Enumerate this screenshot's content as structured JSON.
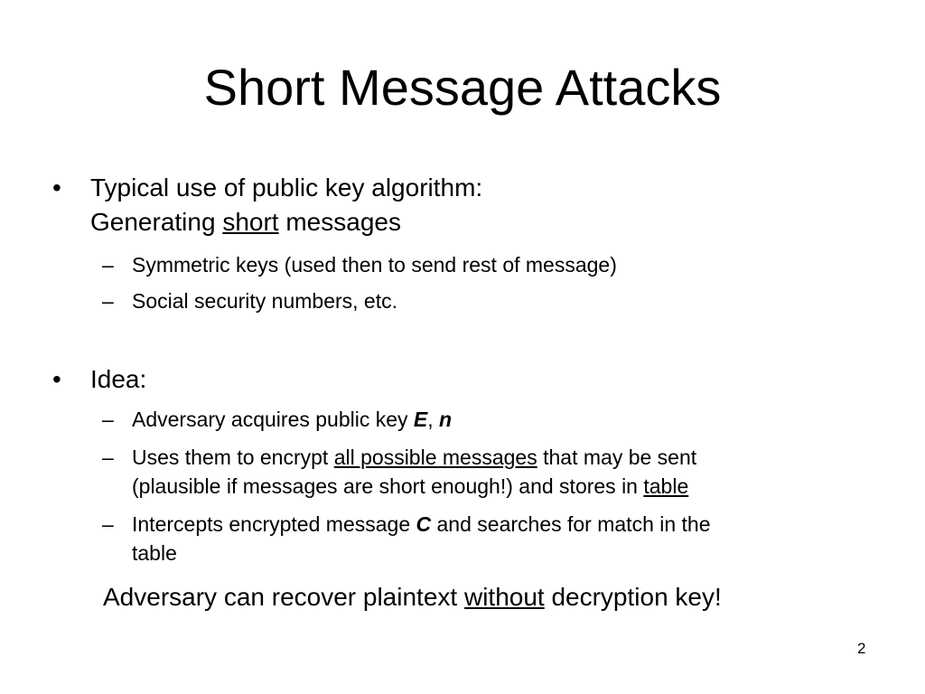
{
  "title": "Short Message Attacks",
  "bullet_marker": "•",
  "sub_marker": "–",
  "bullet1": {
    "line1": "Typical use of public key algorithm:",
    "line2_pre": "Generating ",
    "line2_u": "short",
    "line2_post": " messages",
    "subs": [
      "Symmetric keys (used then to send rest of message)",
      "Social security numbers, etc."
    ]
  },
  "bullet2": {
    "text": "Idea:",
    "sub1": {
      "pre": "Adversary acquires public key ",
      "e": "E",
      "comma": ", ",
      "n": "n"
    },
    "sub2": {
      "pre": "Uses them to encrypt ",
      "u1": "all possible messages",
      "mid": " that may be sent",
      "line2_pre": "(plausible if messages are short enough!) and stores in ",
      "u2": "table"
    },
    "sub3": {
      "pre": "Intercepts encrypted message ",
      "c": "C",
      "post": " and searches for match in the",
      "line2": "table"
    }
  },
  "conclusion": {
    "pre": "Adversary can recover plaintext ",
    "u": "without",
    "post": " decryption key!"
  },
  "page_number": "2"
}
